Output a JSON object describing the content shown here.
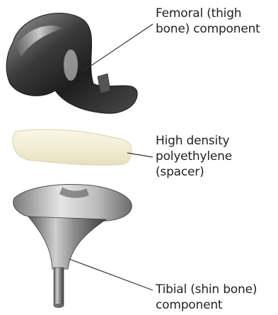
{
  "labels": {
    "femoral": {
      "line1": "Femoral (thigh",
      "line2": "bone) component"
    },
    "spacer": {
      "line1": "High density",
      "line2": "polyethylene",
      "line3": "(spacer)"
    },
    "tibial": {
      "line1": "Tibial (shin bone)",
      "line2": "component"
    }
  },
  "colors": {
    "metal_dark": "#2b2b2b",
    "metal_mid": "#6e6e6e",
    "metal_light": "#d9d9d9",
    "spacer": "#f3efd6",
    "leader_line": "#333333"
  }
}
